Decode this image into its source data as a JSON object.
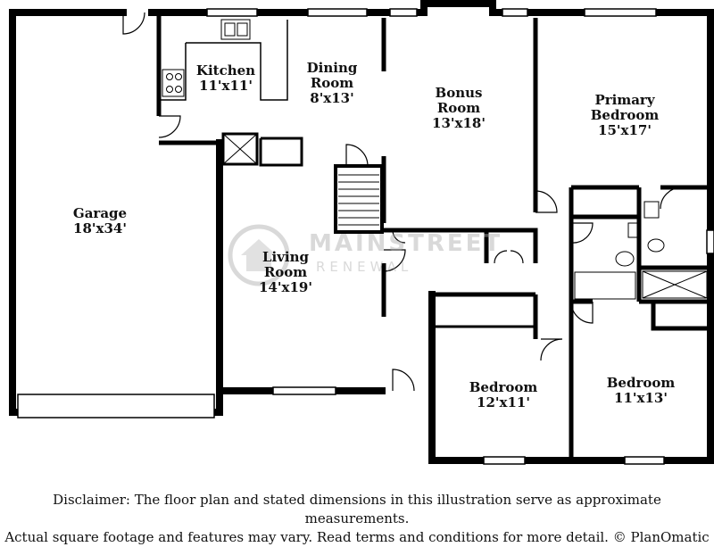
{
  "rooms": [
    {
      "id": "garage",
      "name": "Garage",
      "dims": "18'x34'"
    },
    {
      "id": "kitchen",
      "name": "Kitchen",
      "dims": "11'x11'"
    },
    {
      "id": "dining",
      "name": "Dining Room",
      "dims": "8'x13'"
    },
    {
      "id": "bonus",
      "name": "Bonus Room",
      "dims": "13'x18'"
    },
    {
      "id": "primary",
      "name": "Primary Bedroom",
      "dims": "15'x17'"
    },
    {
      "id": "living",
      "name": "Living Room",
      "dims": "14'x19'"
    },
    {
      "id": "bedroom1",
      "name": "Bedroom",
      "dims": "12'x11'"
    },
    {
      "id": "bedroom2",
      "name": "Bedroom",
      "dims": "11'x13'"
    }
  ],
  "watermark": {
    "line1": "MAINSTREET",
    "line2": "RENEWAL"
  },
  "disclaimer": {
    "line1": "Disclaimer: The floor plan and stated dimensions in this illustration serve as approximate measurements.",
    "line2": "Actual square footage and features may vary. Read terms and conditions for more detail. © PlanOmatic"
  }
}
